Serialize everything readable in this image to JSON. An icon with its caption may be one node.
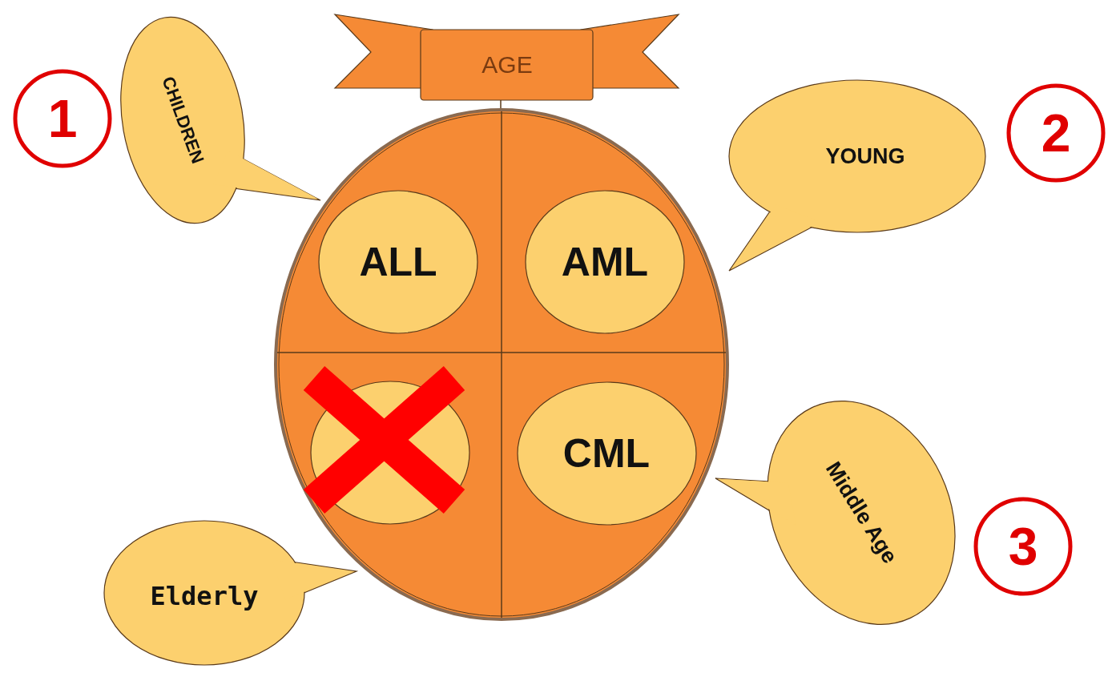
{
  "diagram": {
    "nodes": [
      {
        "text": [
          "1"
        ]
      },
      {
        "text": [
          "CHILDREN"
        ]
      },
      {
        "text": [
          "AGE"
        ]
      },
      {
        "text": [
          "2"
        ]
      },
      {
        "text": [
          "YOUNG"
        ]
      },
      {
        "text": [],
        "shape": "ellipse"
      },
      {
        "text": [
          "ALL"
        ],
        "in": 5
      },
      {
        "text": [
          "AML"
        ],
        "in": 5
      },
      {
        "text": [],
        "shape": "circle",
        "in": 5
      },
      {
        "text": [
          "CML"
        ],
        "in": 5
      },
      {
        "text": [
          "Middle Age"
        ]
      },
      {
        "text": [
          "3"
        ]
      },
      {
        "text": [
          "Elderly"
        ]
      }
    ],
    "edges": [
      {
        "from": 2,
        "to": 5,
        "arrow": "none"
      }
    ]
  }
}
